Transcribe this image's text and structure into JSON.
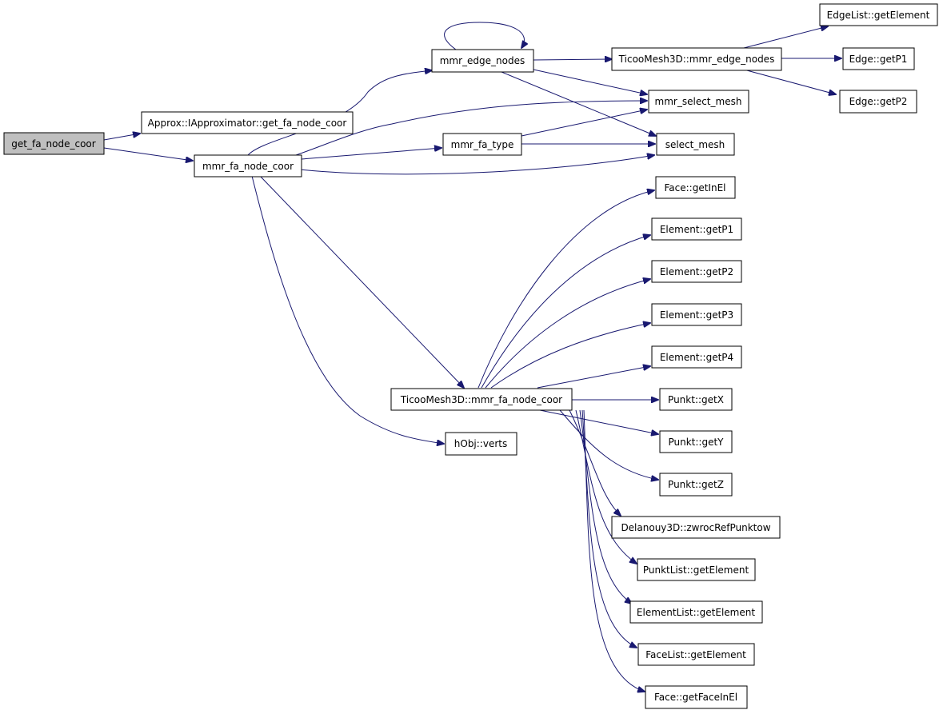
{
  "colors": {
    "edge": "#191970",
    "root_fill": "#bfbfbf",
    "node_fill": "#ffffff",
    "border": "#000000"
  },
  "nodes": {
    "root": "get_fa_node_coor",
    "approx": "Approx::IApproximator::get_fa_node_coor",
    "fanode": "mmr_fa_node_coor",
    "edgenodes": "mmr_edge_nodes",
    "fatype": "mmr_fa_type",
    "ticoedge": "TicooMesh3D::mmr_edge_nodes",
    "selmmr": "mmr_select_mesh",
    "sel": "select_mesh",
    "edgelist": "EdgeList::getElement",
    "edgep1": "Edge::getP1",
    "edgep2": "Edge::getP2",
    "faceinel": "Face::getInEl",
    "elp1": "Element::getP1",
    "elp2": "Element::getP2",
    "elp3": "Element::getP3",
    "elp4": "Element::getP4",
    "ticofa": "TicooMesh3D::mmr_fa_node_coor",
    "hobj": "hObj::verts",
    "px": "Punkt::getX",
    "py": "Punkt::getY",
    "pz": "Punkt::getZ",
    "dela": "Delanouy3D::zwrocRefPunktow",
    "plist": "PunktList::getElement",
    "ellist": "ElementList::getElement",
    "facelist": "FaceList::getElement",
    "facein": "Face::getFaceInEl"
  }
}
